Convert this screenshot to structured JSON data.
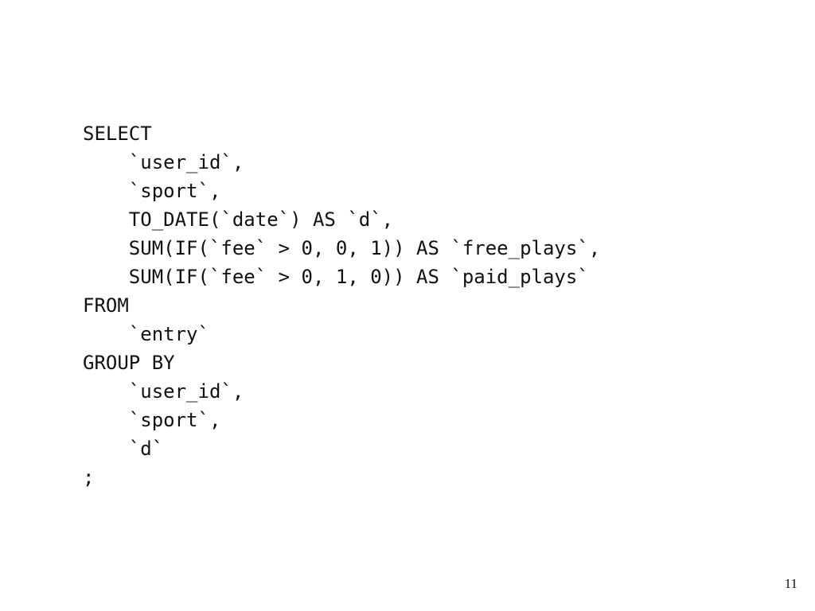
{
  "code": {
    "lines": [
      "SELECT",
      "    `user_id`,",
      "    `sport`,",
      "    TO_DATE(`date`) AS `d`,",
      "    SUM(IF(`fee` > 0, 0, 1)) AS `free_plays`,",
      "    SUM(IF(`fee` > 0, 1, 0)) AS `paid_plays`",
      "FROM",
      "    `entry`",
      "GROUP BY",
      "    `user_id`,",
      "    `sport`,",
      "    `d`",
      ";"
    ]
  },
  "footer": {
    "page_number": "11"
  }
}
